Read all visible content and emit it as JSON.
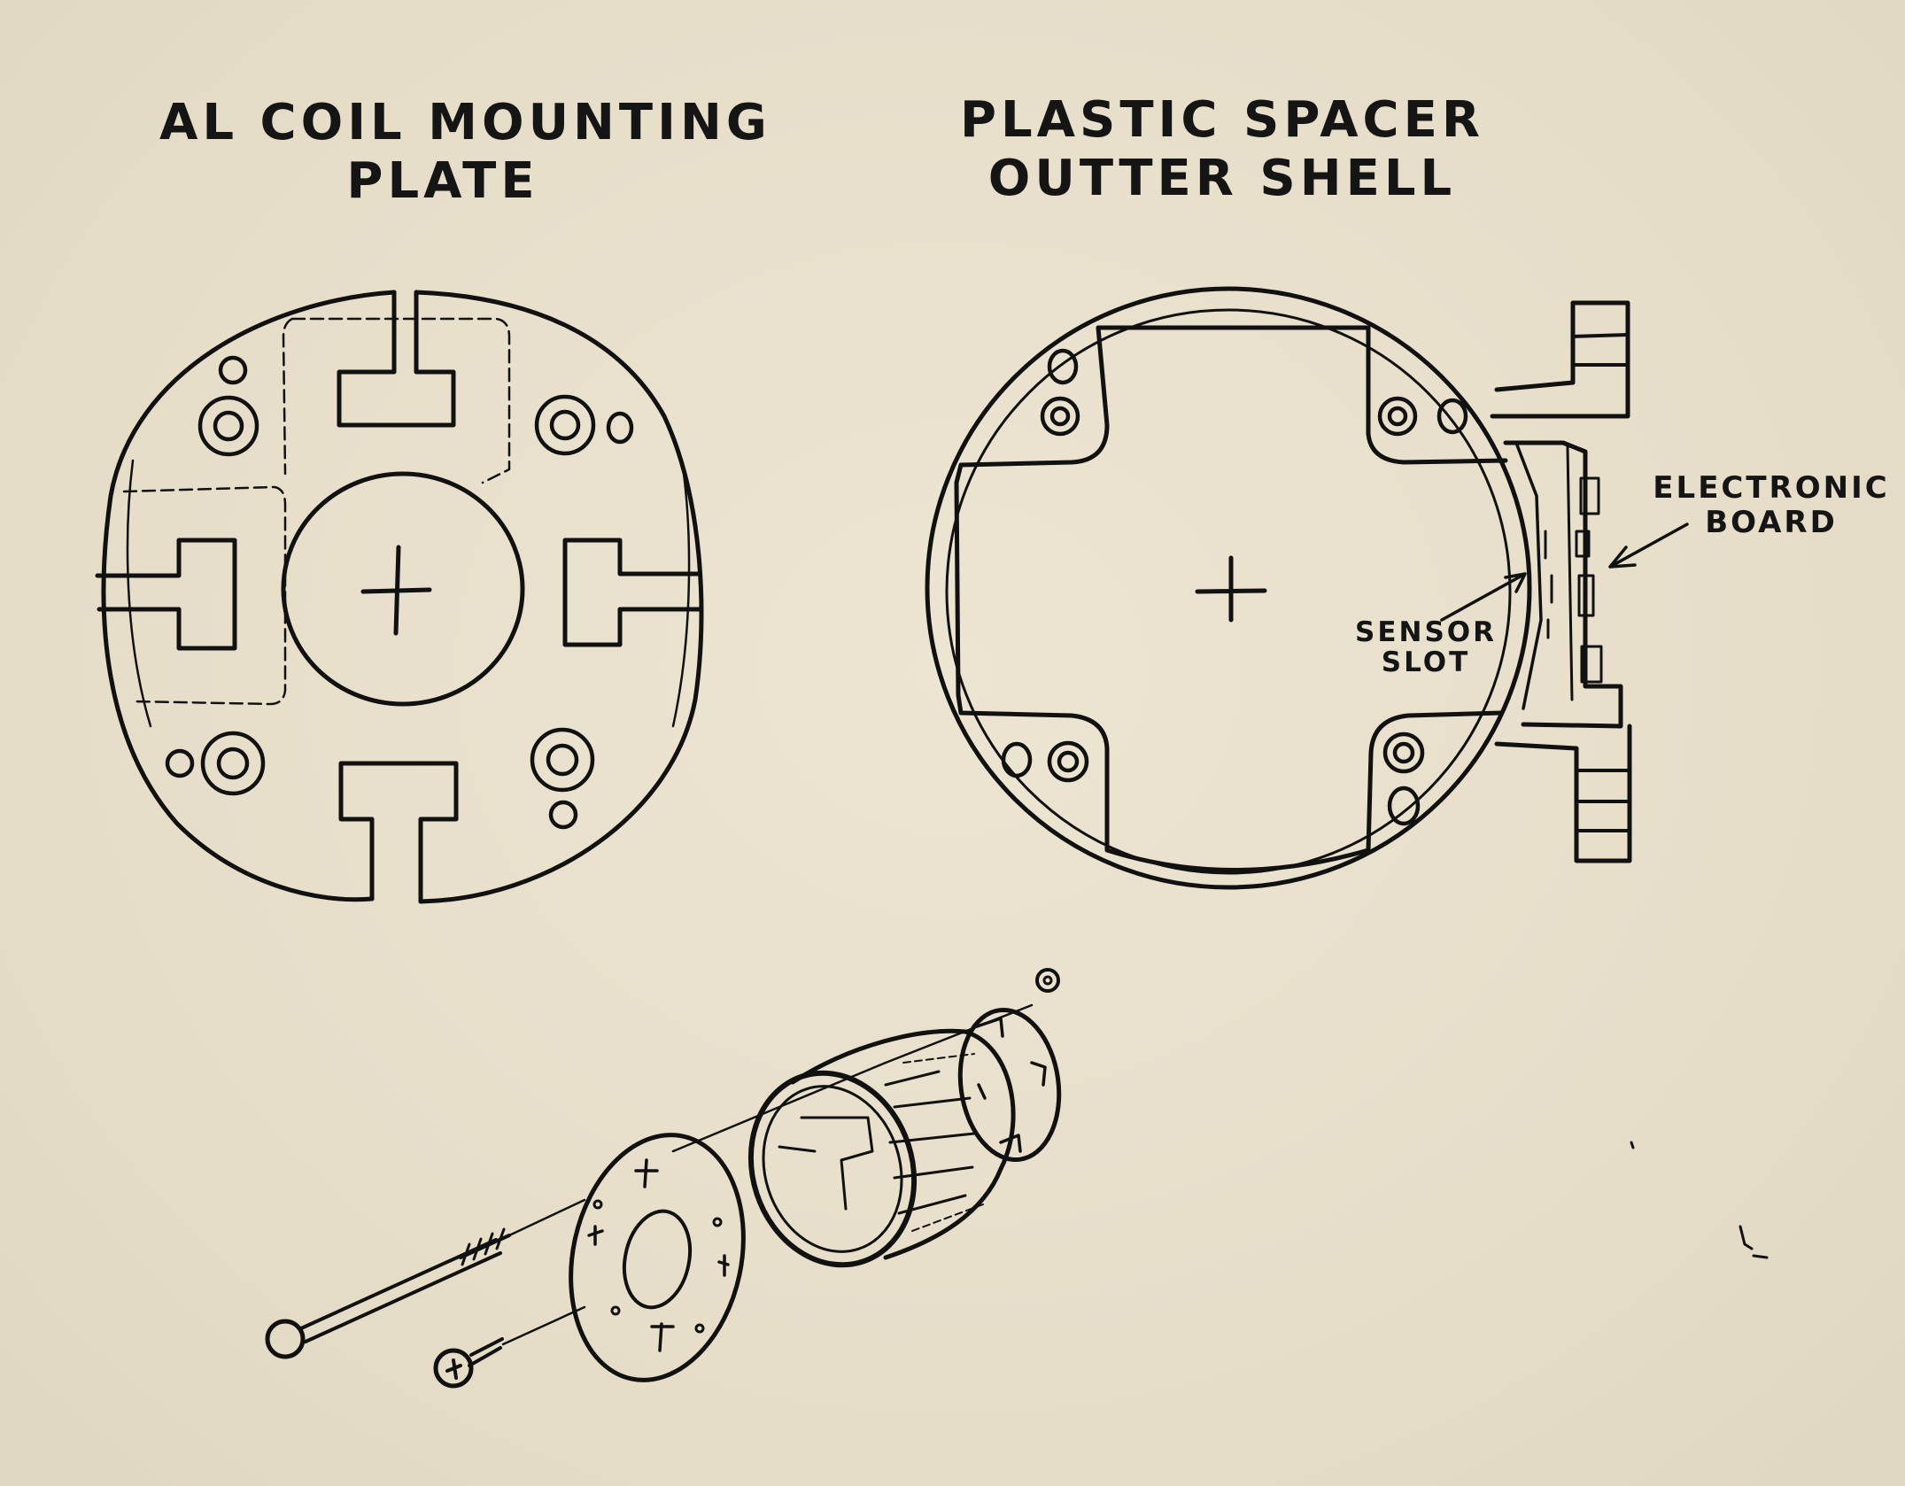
{
  "labels": {
    "coil_plate": [
      "AL COIL MOUNTING",
      "PLATE"
    ],
    "spacer_shell": [
      "PLASTIC SPACER",
      "OUTTER SHELL"
    ],
    "electronic_board": [
      "ELECTRONIC",
      "BOARD"
    ],
    "sensor_slot": [
      "SENSOR",
      "SLOT"
    ]
  },
  "colors": {
    "paper": "#e7dfca",
    "ink": "#111111"
  }
}
